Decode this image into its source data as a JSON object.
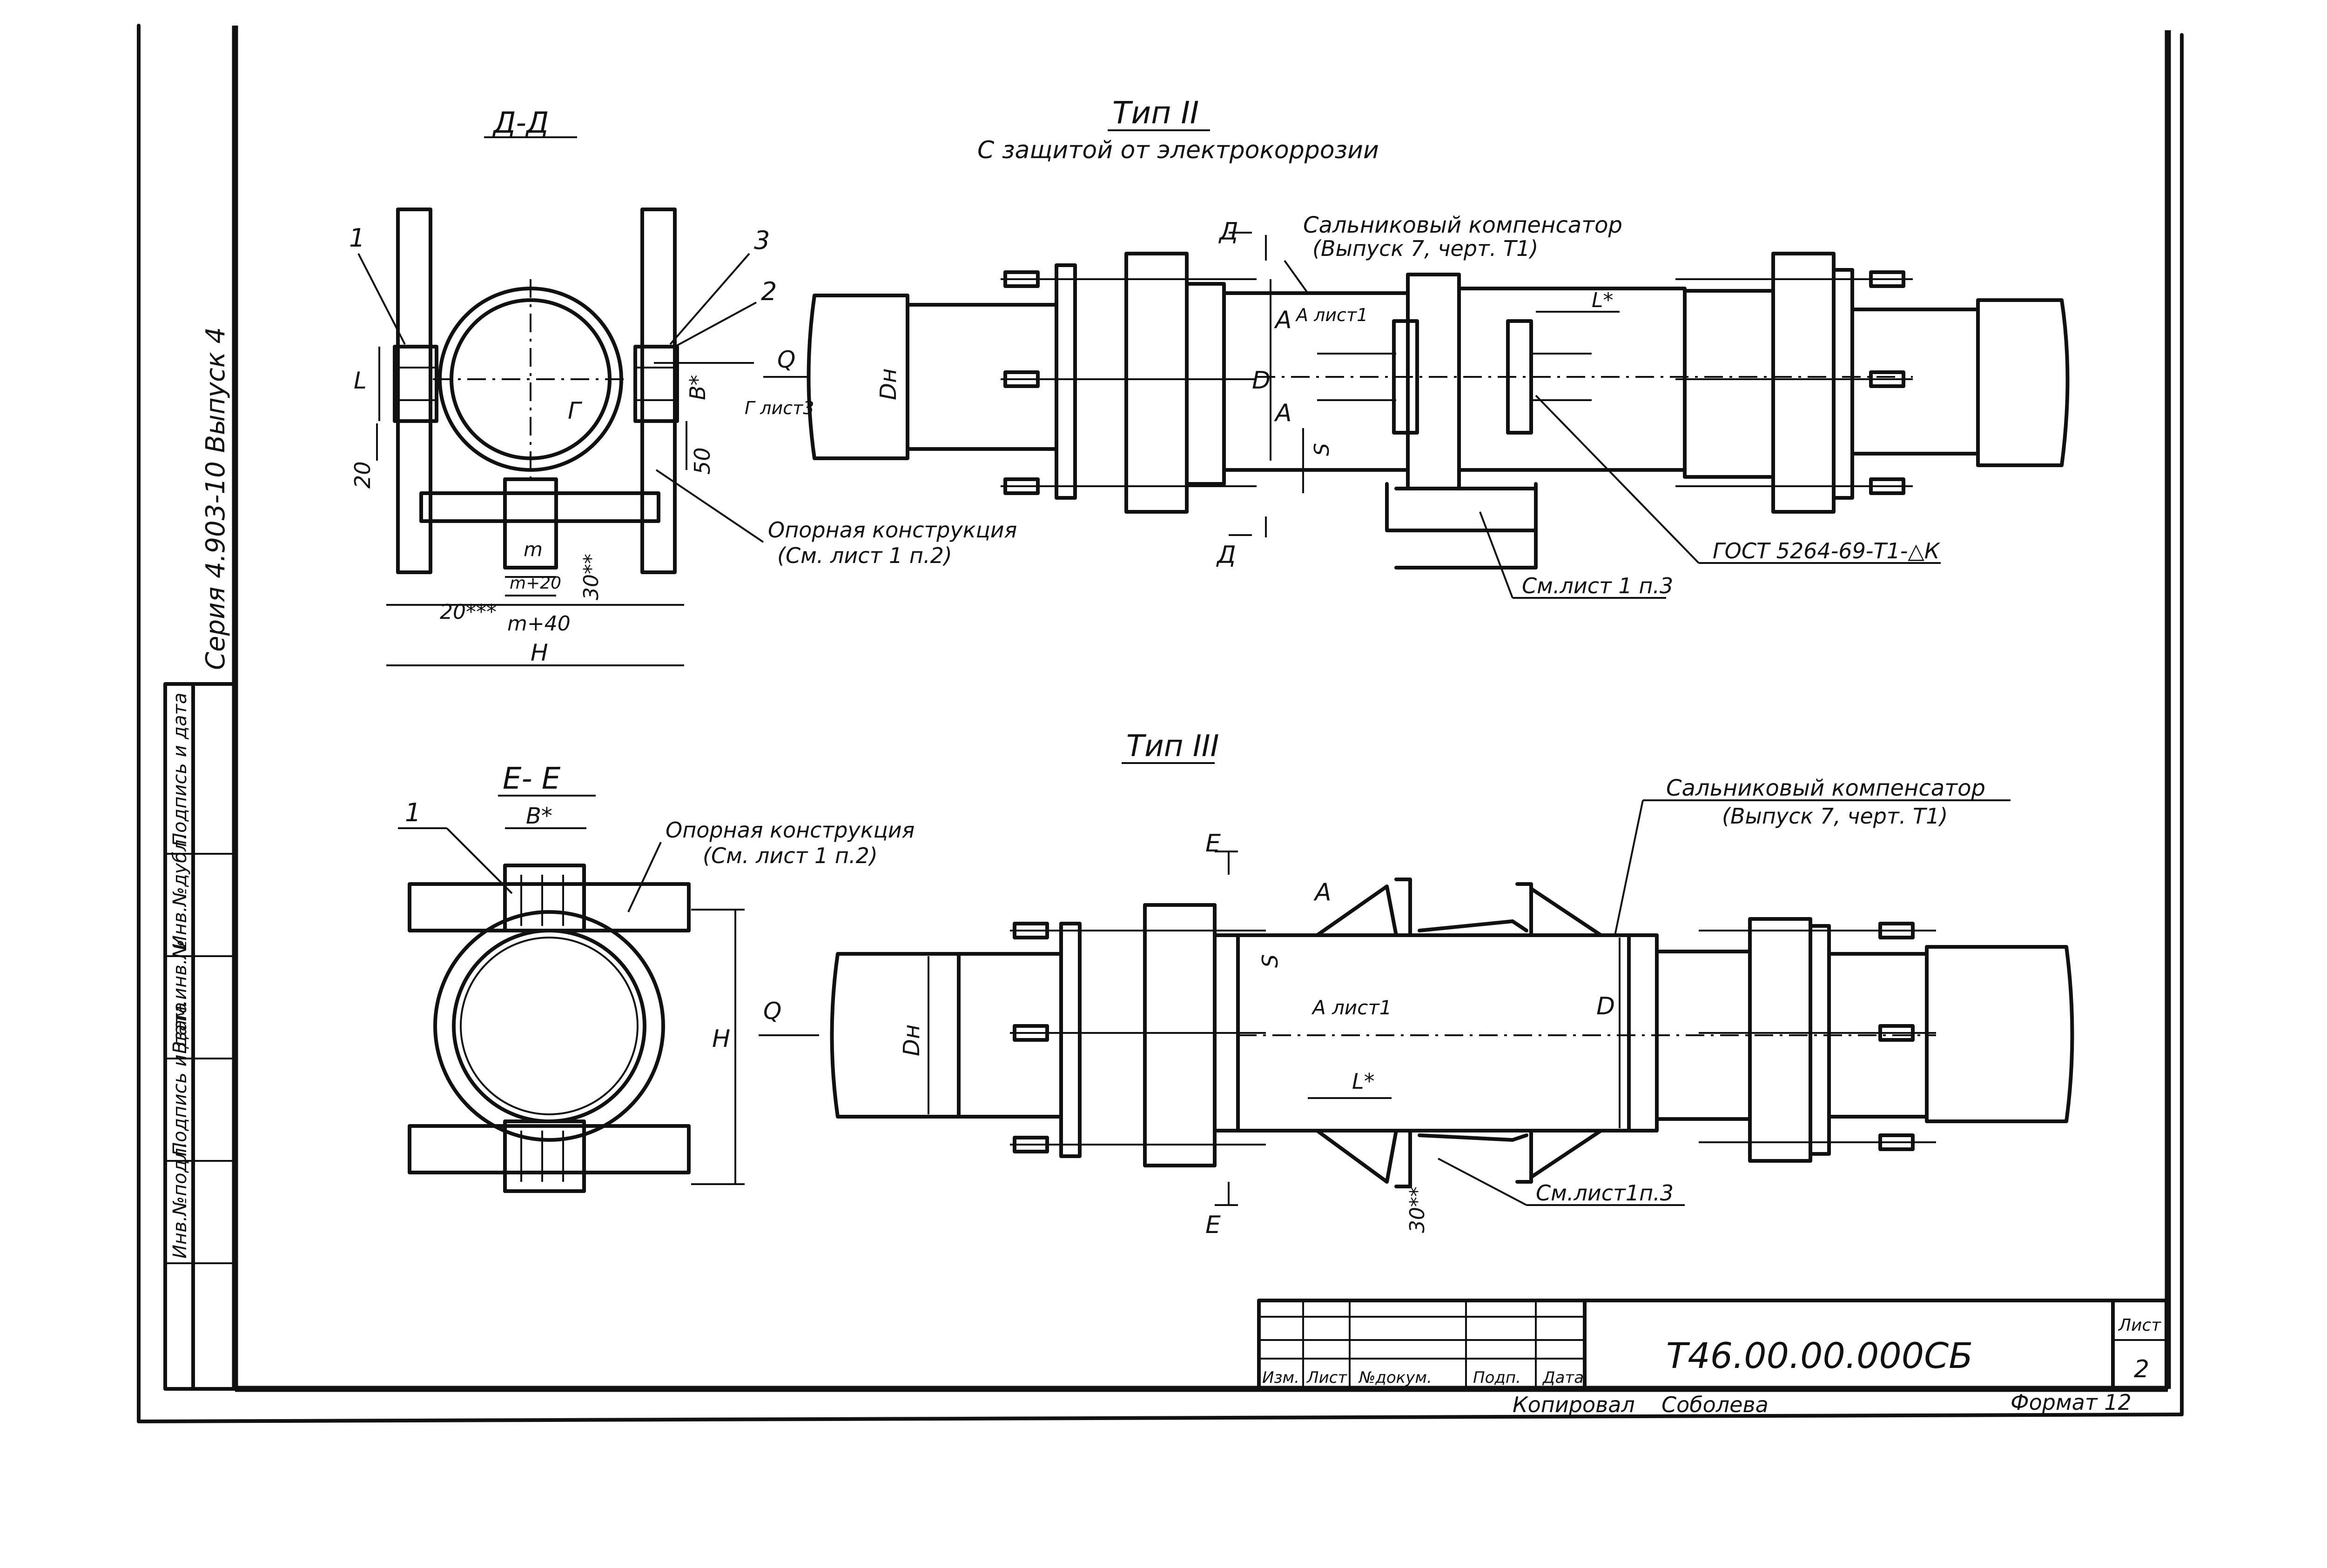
{
  "sidebar": {
    "series": "Серия 4.903-10  Выпуск 4",
    "cells": [
      "Подпись и дата",
      "Инв.№дубл.",
      "Взам.инв.№",
      "Подпись и дата",
      "Инв.№подл."
    ]
  },
  "type2": {
    "title": "Тип II",
    "subtitle": "С защитой от электрокоррозии",
    "section_title": "Д-Д",
    "section_cut": "Д",
    "compensator_1": "Сальниковый компенсатор",
    "compensator_2": "(Выпуск 7, черт. Т1)",
    "support_1": "Опорная конструкция",
    "support_2": "(См. лист 1 п.2)",
    "gost": "ГОСТ 5264-69-Т1-△К",
    "sheet_ref": "См.лист 1 п.3",
    "q": "Q",
    "dn": "Dн",
    "d": "D",
    "a": "А",
    "a_ref": "А лист1",
    "l_star": "L*",
    "s": "S",
    "l": "L",
    "g_ref": "Г лист3",
    "g": "Г",
    "b_star": "B*",
    "dim_20": "20",
    "dim_50": "50",
    "dim_m": "m",
    "dim_m20": "m+20",
    "dim_m40": "m+40",
    "dim_20s": "20***",
    "dim_30s": "30**",
    "dim_h": "H",
    "item_1": "1",
    "item_2": "2",
    "item_3": "3"
  },
  "type3": {
    "title": "Тип III",
    "section_title": "Е- Е",
    "section_cut": "Е",
    "support_1": "Опорная конструкция",
    "support_2": "(См. лист 1 п.2)",
    "compensator_1": "Сальниковый компенсатор",
    "compensator_2": "(Выпуск 7, черт. Т1)",
    "sheet_ref": "См.лист1п.3",
    "q": "Q",
    "dn": "Dн",
    "d": "D",
    "a": "А",
    "a_ref": "А лист1",
    "s": "S",
    "l_star": "L*",
    "b_star": "B*",
    "dim_h": "H",
    "dim_30": "30**",
    "item_1": "1"
  },
  "titleblock": {
    "headers": [
      "Изм.",
      "Лист",
      "№докум.",
      "Подп.",
      "Дата"
    ],
    "code": "Т46.00.00.000СБ",
    "sheet_label": "Лист",
    "sheet_no": "2",
    "copied": "Копировал",
    "copier": "Соболева",
    "format": "Формат 12"
  }
}
